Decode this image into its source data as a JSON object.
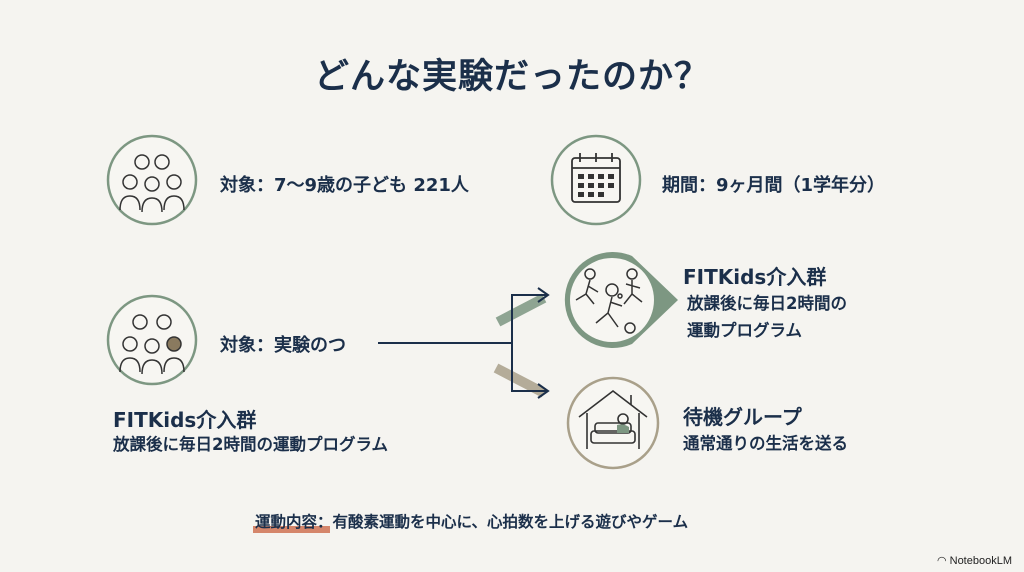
{
  "title": "どんな実験だったのか？",
  "participants": {
    "label": "対象：7〜9歳の子ども 221人",
    "icon": "children-group-icon"
  },
  "period": {
    "label": "期間：9ヶ月間（1学年分）",
    "icon": "calendar-icon"
  },
  "split": {
    "label": "対象：実験のつ",
    "icon": "children-group-icon"
  },
  "left_group": {
    "title": "FITKids介入群",
    "desc": "放課後に毎日2時間の運動プログラム"
  },
  "fitkids": {
    "title": "FITKids介入群",
    "desc_line1": "放課後に毎日2時間の",
    "desc_line2": "運動プログラム",
    "icon": "running-kids-icon"
  },
  "waitlist": {
    "title": "待機グループ",
    "desc": "通常通りの生活を送る",
    "icon": "house-sofa-icon"
  },
  "footer": {
    "highlight": "運動内容",
    "text": "：有酸素運動を中心に、心拍数を上げる遊びやゲーム"
  },
  "brand": "NotebookLM",
  "colors": {
    "navy": "#1b2f4a",
    "green": "#7d9782",
    "tan": "#a9a08a",
    "accent": "#d27a5c",
    "background": "#f5f4f0"
  }
}
